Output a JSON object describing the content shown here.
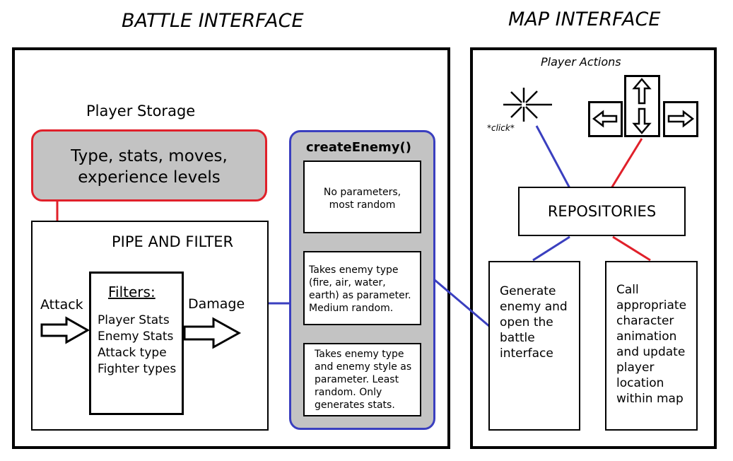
{
  "battle": {
    "title": "BATTLE INTERFACE",
    "player_storage_label": "Player Storage",
    "storage_lines": [
      "Type, stats, moves,",
      "experience levels"
    ],
    "pipe_filter_label": "PIPE AND FILTER",
    "attack_label": "Attack",
    "damage_label": "Damage",
    "filters_title": "Filters:",
    "filters": [
      "Player Stats",
      "Enemy Stats",
      "Attack type",
      "Fighter types"
    ],
    "create_enemy_title": "createEnemy()",
    "create_enemy_options": [
      {
        "lines": [
          "No parameters,",
          "most random"
        ]
      },
      {
        "lines": [
          "Takes enemy type",
          "(fire, air, water,",
          "earth) as parameter.",
          "Medium random."
        ]
      },
      {
        "lines": [
          "Takes enemy type",
          "and enemy style as",
          "parameter. Least",
          "random. Only",
          "generates stats."
        ]
      }
    ]
  },
  "map": {
    "title": "MAP INTERFACE",
    "player_actions_label": "Player Actions",
    "click_label": "*click*",
    "repositories_label": "REPOSITORIES",
    "generate_lines": [
      "Generate",
      "enemy and",
      "open the",
      "battle",
      "interface"
    ],
    "animate_lines": [
      "Call",
      "appropriate",
      "character",
      "animation",
      "and update",
      "player",
      "location",
      "within map"
    ]
  },
  "colors": {
    "red": "#e0202a",
    "blue": "#3a3fbf",
    "gray": "#c3c3c3",
    "black": "#000000"
  }
}
